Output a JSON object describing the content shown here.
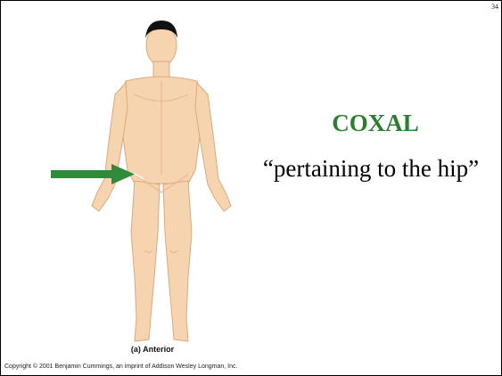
{
  "slide": {
    "number": "34",
    "title": "COXAL",
    "definition": "“pertaining to the hip”",
    "title_color": "#2e7d32"
  },
  "figure": {
    "caption": "(a) Anterior",
    "skin_color": "#f7d4b0",
    "hair_color": "#111111",
    "arrow_color": "#2e8b3a",
    "arrow_points_to": "hip"
  },
  "footer": {
    "copyright": "Copyright © 2001 Benjamin Cummings, an imprint of Addison Wesley Longman, Inc."
  }
}
